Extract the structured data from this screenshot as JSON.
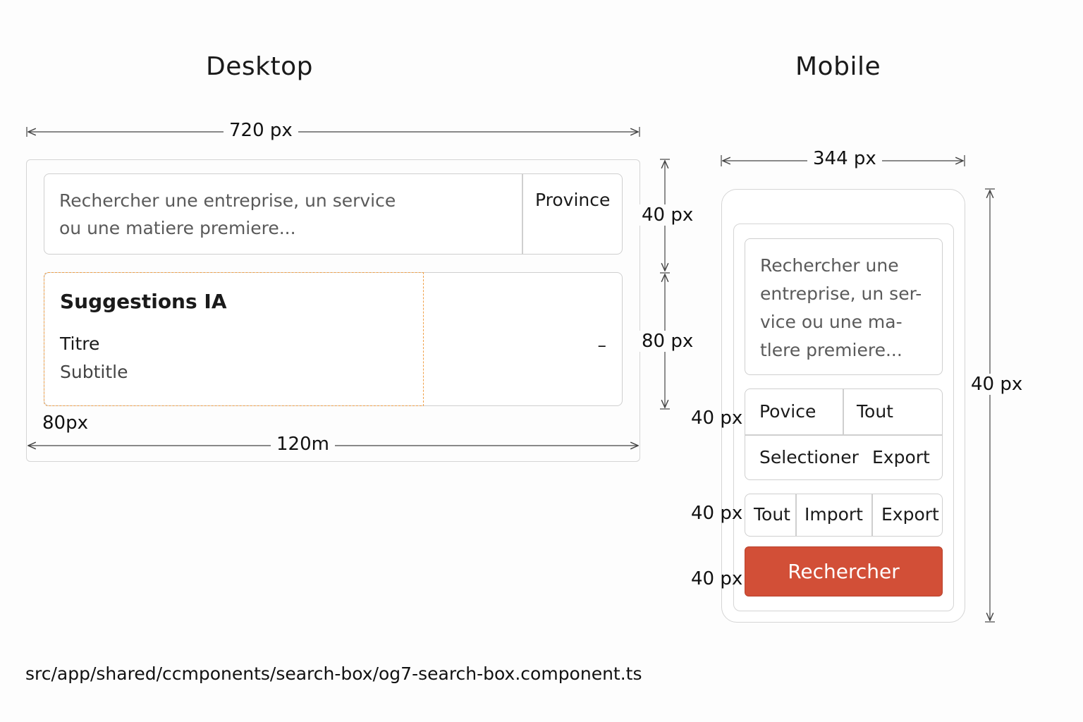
{
  "desktop": {
    "heading": "Desktop",
    "width_label": "720 px",
    "search_placeholder_line1": "Rechercher une entreprise, un service",
    "search_placeholder_line2": "ou une matiere premiere...",
    "province_label": "Province",
    "height_label_search": "40 px",
    "height_label_suggestions": "80 px",
    "suggestions_title": "Suggestions IA",
    "suggestion_item_title": "Titre",
    "suggestion_item_subtitle": "Subtitle",
    "collapse_symbol": "–",
    "left_label": "80px",
    "bottom_label": "120m"
  },
  "mobile": {
    "heading": "Mobile",
    "width_label": "344 px",
    "height_label": "40 px",
    "search_placeholder_lines": [
      "Rechercher une",
      "entreprise, un ser-",
      "vice ou une ma-",
      "tlere premiere..."
    ],
    "row1_left": "Povice",
    "row1_right": "Tout",
    "row2_left": "Selectioner",
    "row2_right": "Export",
    "row3_a": "Tout",
    "row3_b": "Import",
    "row3_c": "Export",
    "row_label_1": "40 px",
    "row_label_2": "40 px",
    "row_label_3": "40 px",
    "search_button": "Rechercher",
    "button_color": "#d24f37"
  },
  "file_path": "src/app/shared/ccmponents/search-box/og7-search-box.component.ts"
}
